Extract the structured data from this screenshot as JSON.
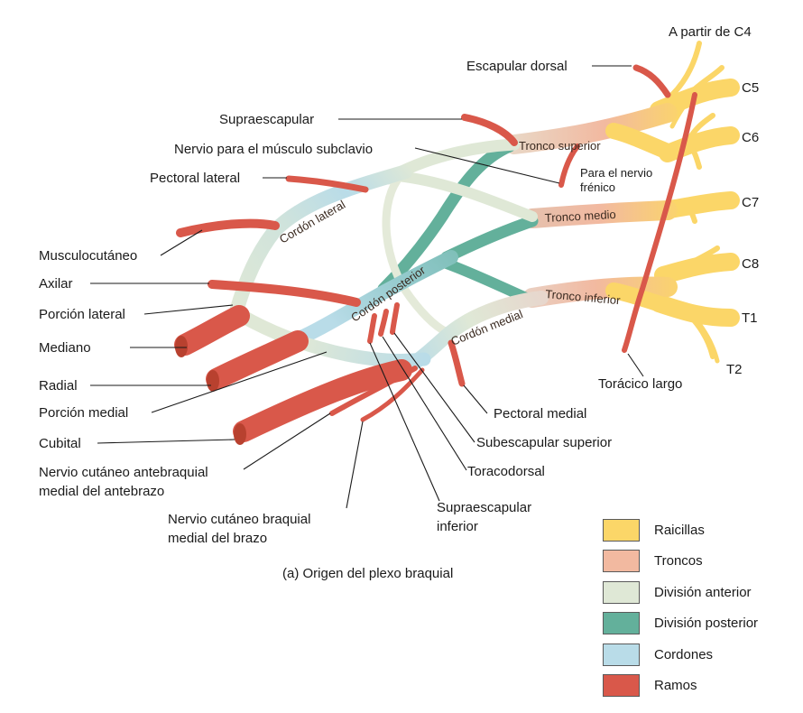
{
  "colors": {
    "raicillas": "#fbd668",
    "troncos": "#f2b9a0",
    "division_anterior": "#dfe8d6",
    "division_posterior": "#63b09b",
    "cordones": "#b9dce8",
    "ramos": "#d9584a"
  },
  "roots": {
    "c4": "A partir de C4",
    "c5": "C5",
    "c6": "C6",
    "c7": "C7",
    "c8": "C8",
    "t1": "T1",
    "t2": "T2"
  },
  "inline_labels": {
    "tronco_superior": "Tronco superior",
    "tronco_medio": "Tronco medio",
    "tronco_inferior": "Tronco  inferior",
    "cordon_lateral": "Cordón lateral",
    "cordon_posterior": "Cordón  posterior",
    "cordon_medial": "Cordón medial",
    "nervio_frenico_1": "Para el nervio",
    "nervio_frenico_2": "frénico"
  },
  "labels": {
    "escapular_dorsal": "Escapular dorsal",
    "supraescapular": "Supraescapular",
    "subclavio": "Nervio para el músculo subclavio",
    "pectoral_lateral": "Pectoral lateral",
    "musculocutaneo": "Musculocutáneo",
    "axilar": "Axilar",
    "porcion_lateral": "Porción lateral",
    "mediano": "Mediano",
    "radial": "Radial",
    "porcion_medial": "Porción medial",
    "cubital": "Cubital",
    "antebraquial_1": "Nervio cutáneo antebraquial",
    "antebraquial_2": "medial del antebrazo",
    "braquial_1": "Nervio cutáneo braquial",
    "braquial_2": "medial del brazo",
    "supraescapular_inf_1": "Supraescapular",
    "supraescapular_inf_2": "inferior",
    "toracodorsal": "Toracodorsal",
    "subescapular_superior": "Subescapular superior",
    "pectoral_medial": "Pectoral medial",
    "toracico_largo": "Torácico largo"
  },
  "caption": "(a) Origen del plexo braquial",
  "legend": [
    {
      "label": "Raicillas",
      "color": "#fbd668"
    },
    {
      "label": "Troncos",
      "color": "#f2b9a0"
    },
    {
      "label": "División anterior",
      "color": "#dfe8d6"
    },
    {
      "label": "División posterior",
      "color": "#63b09b"
    },
    {
      "label": "Cordones",
      "color": "#b9dce8"
    },
    {
      "label": "Ramos",
      "color": "#d9584a"
    }
  ]
}
